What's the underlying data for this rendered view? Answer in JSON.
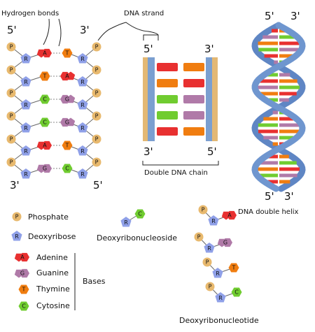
{
  "labels": {
    "hydrogen_bonds": "Hydrogen bonds",
    "dna_strand": "DNA strand",
    "double_chain": "Double DNA chain",
    "double_helix": "DNA double helix",
    "nucleoside": "Deoxyribonucleoside",
    "nucleotide": "Deoxyribonucleotide",
    "bases": "Bases"
  },
  "ends": {
    "five_prime": "5'",
    "three_prime": "3'"
  },
  "legend": {
    "phosphate": {
      "letter": "P",
      "label": "Phosphate"
    },
    "deoxyribose": {
      "letter": "R",
      "label": "Deoxyribose"
    },
    "adenine": {
      "letter": "A",
      "label": "Adenine"
    },
    "guanine": {
      "letter": "G",
      "label": "Guanine"
    },
    "thymine": {
      "letter": "T",
      "label": "Thymine"
    },
    "cytosine": {
      "letter": "C",
      "label": "Cytosine"
    }
  },
  "colors": {
    "phosphate": "#e8b96e",
    "deoxyribose": "#8fa0e8",
    "adenine": "#e83030",
    "guanine": "#b07aa8",
    "thymine": "#f07d10",
    "cytosine": "#70cc30",
    "backbone_tan": "#e3b874",
    "backbone_blue": "#7b9fd0",
    "helix_ribbon": "#6f96cf"
  },
  "strand_pairs": [
    {
      "left": "adenine",
      "right": "thymine"
    },
    {
      "left": "thymine",
      "right": "adenine"
    },
    {
      "left": "cytosine",
      "right": "guanine"
    },
    {
      "left": "cytosine",
      "right": "guanine"
    },
    {
      "left": "adenine",
      "right": "thymine"
    },
    {
      "left": "guanine",
      "right": "cytosine"
    }
  ],
  "ladder_pairs": [
    {
      "left": "adenine",
      "right": "thymine"
    },
    {
      "left": "thymine",
      "right": "adenine"
    },
    {
      "left": "cytosine",
      "right": "guanine"
    },
    {
      "left": "cytosine",
      "right": "guanine"
    },
    {
      "left": "adenine",
      "right": "thymine"
    }
  ]
}
